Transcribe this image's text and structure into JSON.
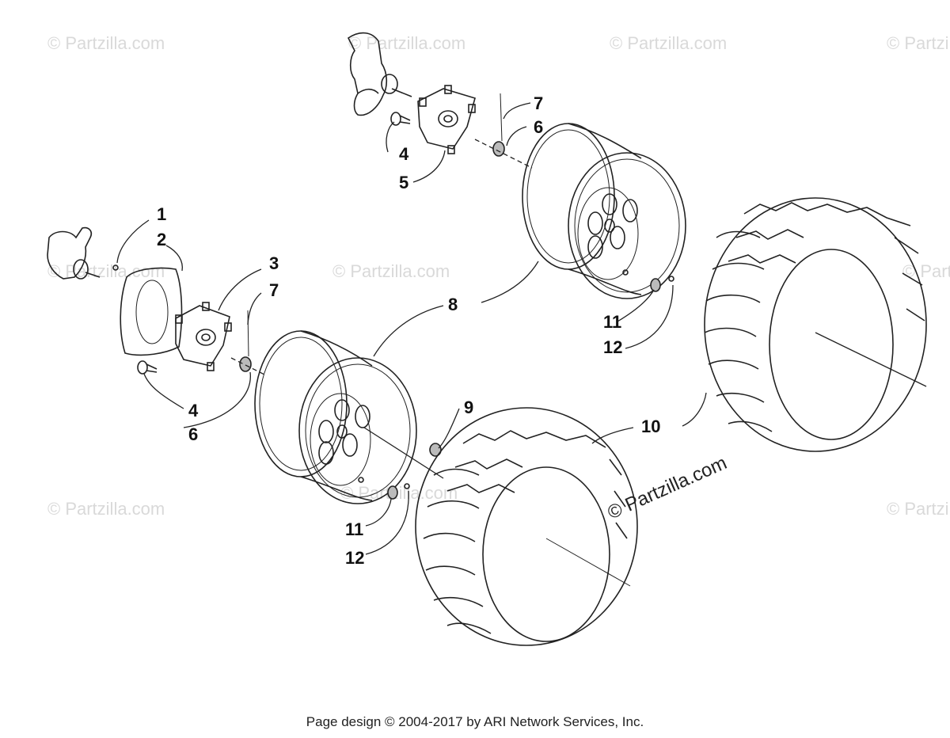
{
  "callouts": [
    "1",
    "2",
    "3",
    "7",
    "4",
    "6",
    "8",
    "7",
    "6",
    "4",
    "5",
    "11",
    "12",
    "9",
    "10",
    "11",
    "12"
  ],
  "watermark_text": "© Partzilla.com",
  "footer": "Page design © 2004-2017 by ARI Network Services, Inc."
}
